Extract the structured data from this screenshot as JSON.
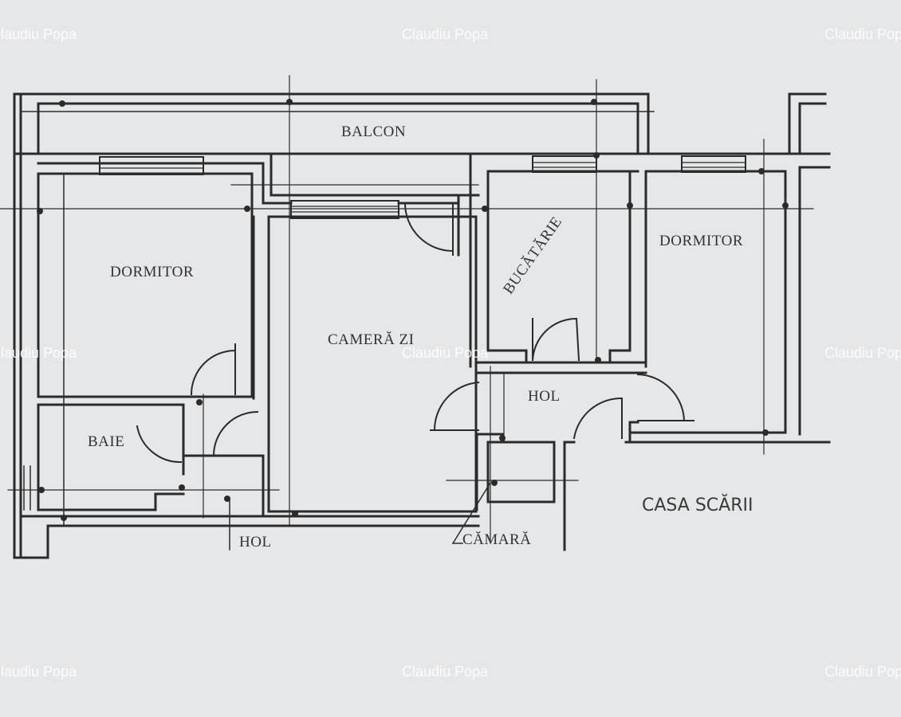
{
  "plan": {
    "rooms": {
      "balcon": "BALCON",
      "dormitor_left": "DORMITOR",
      "camera_zi": "CAMERĂ ZI",
      "bucatarie": "BUCĂTĂRIE",
      "dormitor_right": "DORMITOR",
      "hol_center": "HOL",
      "baie": "BAIE",
      "hol_bottom": "HOL",
      "camara": "CĂMARĂ",
      "casa_scarii": "CASA SCĂRII"
    }
  },
  "watermark": {
    "text": "Claudiu Popa"
  },
  "colors": {
    "paper": "#e6e7e9",
    "ink": "#2b2b2b",
    "watermark": "#ffffff"
  }
}
